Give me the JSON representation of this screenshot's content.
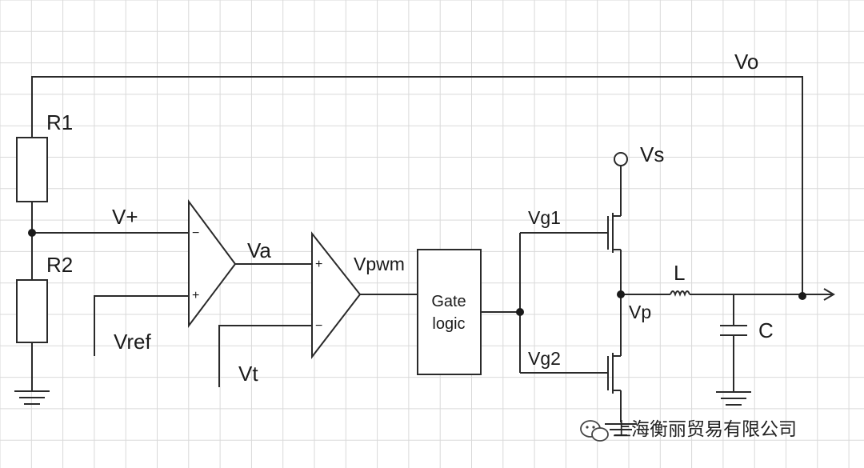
{
  "labels": {
    "vo": "Vo",
    "r1": "R1",
    "r2": "R2",
    "vplus": "V+",
    "vref": "Vref",
    "va": "Va",
    "vt": "Vt",
    "vpwm": "Vpwm",
    "gate_line1": "Gate",
    "gate_line2": "logic",
    "vg1": "Vg1",
    "vg2": "Vg2",
    "vs": "Vs",
    "vp": "Vp",
    "l": "L",
    "c": "C"
  },
  "opamp1": {
    "top_input": "−",
    "bottom_input": "+"
  },
  "opamp2": {
    "top_input": "+",
    "bottom_input": "−"
  },
  "watermark": {
    "text": "上海衡丽贸易有限公司",
    "icon": "wechat-icon"
  },
  "colors": {
    "grid": "#d9d9d9",
    "wire": "#2a2a2a",
    "background": "#ffffff"
  }
}
